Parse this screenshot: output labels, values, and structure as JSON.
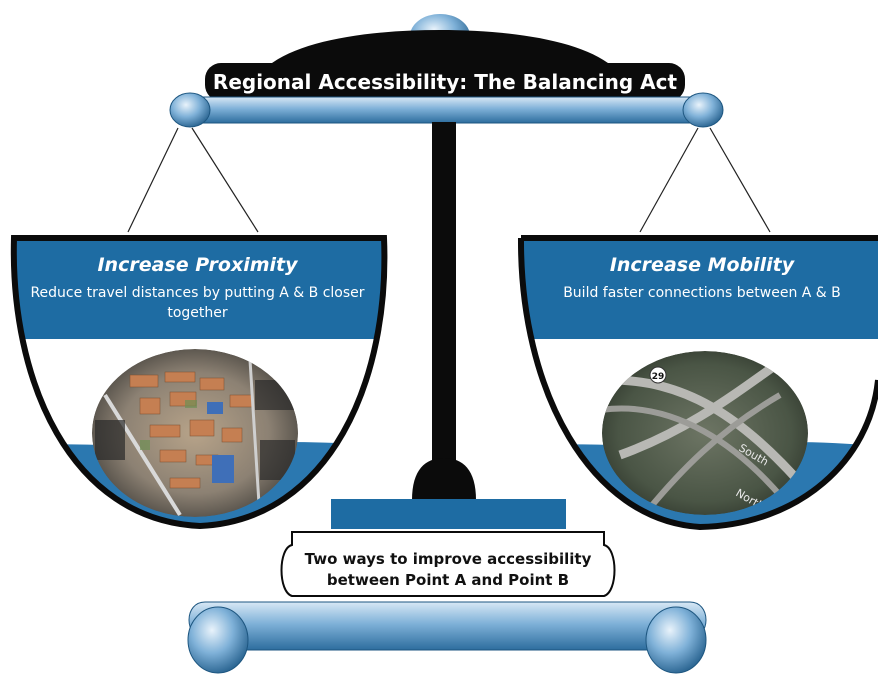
{
  "title": "Regional Accessibility: The Balancing Act",
  "left_pan": {
    "heading": "Increase Proximity",
    "description": "Reduce travel distances by putting A & B closer together"
  },
  "right_pan": {
    "heading": "Increase Mobility",
    "description": "Build faster connections between A & B"
  },
  "base_caption": "Two ways to improve accessibility between Point A and Point B",
  "map_labels": {
    "route_number": "29",
    "south": "South",
    "north": "North"
  },
  "colors": {
    "primary_blue": "#1e6ca3",
    "light_blue": "#6aa3cf",
    "dark": "#0b0b0b",
    "water": "#2b78b0"
  }
}
